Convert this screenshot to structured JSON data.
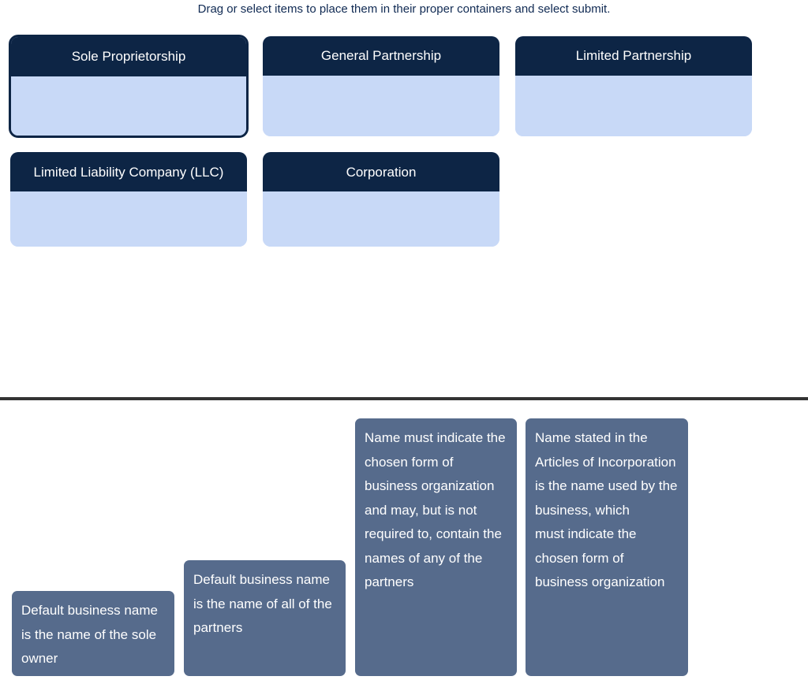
{
  "instruction": "Drag or select items to place them in their proper containers and select submit.",
  "drop_zone": {
    "containers": [
      {
        "label": "Sole Proprietorship",
        "selected": true,
        "dropped_items": []
      },
      {
        "label": "General Partnership",
        "selected": false,
        "dropped_items": []
      },
      {
        "label": "Limited Partnership",
        "selected": false,
        "dropped_items": []
      },
      {
        "label": "Limited Liability Company\n(LLC)",
        "selected": false,
        "dropped_items": []
      },
      {
        "label": "Corporation",
        "selected": false,
        "dropped_items": []
      }
    ]
  },
  "tray": {
    "items": [
      {
        "text": "Default business name is the name of the sole owner"
      },
      {
        "text": "Default business name is the name of all of the partners"
      },
      {
        "text": "Name must indicate the chosen form of business organization and may, but is not required to, contain the names of any of the partners"
      },
      {
        "text": "Name stated in the Articles of Incorporation is the name used by the business, which\nmust indicate the chosen form of business organization"
      }
    ]
  },
  "colors": {
    "header_navy": "#0d2545",
    "slot_blue": "#c8d9f7",
    "card_slate": "#566b8c",
    "divider_gray": "#333333",
    "instruction_text": "#102a53"
  }
}
